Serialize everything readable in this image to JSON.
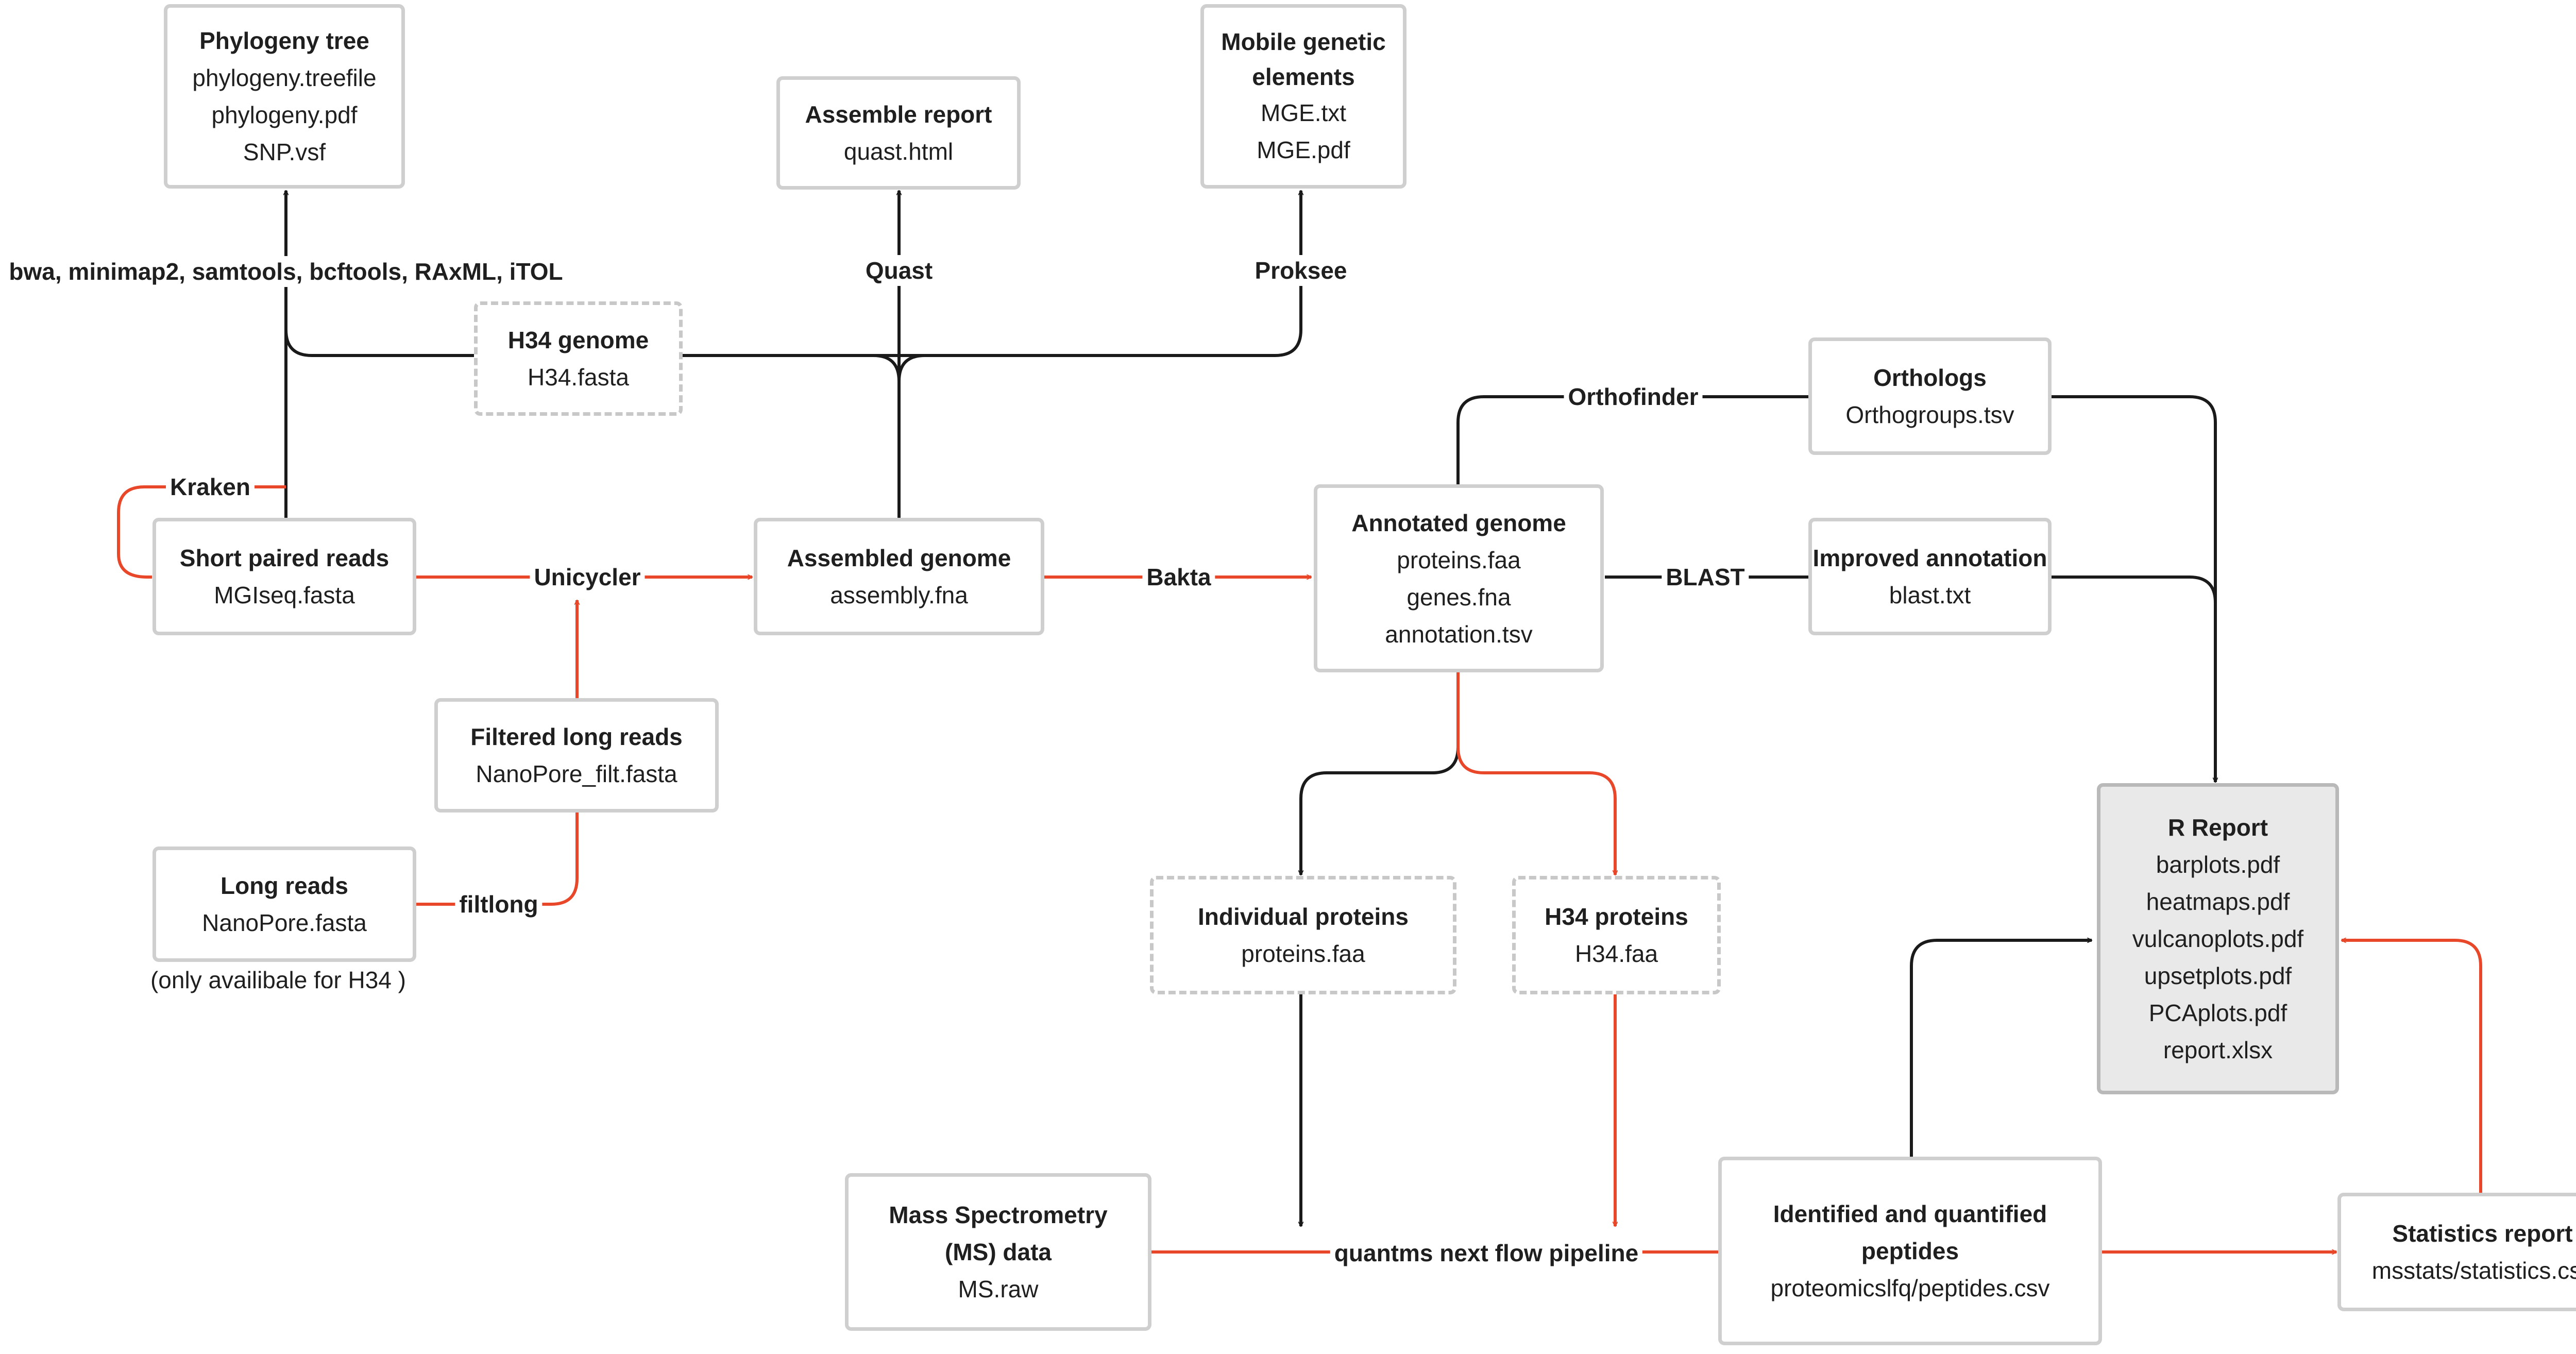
{
  "nodes": {
    "phylogeny_tree": {
      "title": "Phylogeny tree",
      "files": [
        "phylogeny.treefile",
        "phylogeny.pdf",
        "SNP.vsf"
      ]
    },
    "assemble_report": {
      "title": "Assemble report",
      "files": [
        "quast.html"
      ]
    },
    "mobile_elements": {
      "title": "Mobile genetic elements",
      "files": [
        "MGE.txt",
        "MGE.pdf"
      ]
    },
    "h34_genome": {
      "title": "H34 genome",
      "files": [
        "H34.fasta"
      ]
    },
    "short_reads": {
      "title": "Short paired reads",
      "files": [
        "MGIseq.fasta"
      ]
    },
    "assembled_genome": {
      "title": "Assembled genome",
      "files": [
        "assembly.fna"
      ]
    },
    "annotated_genome": {
      "title": "Annotated genome",
      "files": [
        "proteins.faa",
        "genes.fna",
        "annotation.tsv"
      ]
    },
    "orthologs": {
      "title": "Orthologs",
      "files": [
        "Orthogroups.tsv"
      ]
    },
    "improved_annotation": {
      "title": "Improved annotation",
      "files": [
        "blast.txt"
      ]
    },
    "filtered_long_reads": {
      "title": "Filtered long reads",
      "files": [
        "NanoPore_filt.fasta"
      ]
    },
    "long_reads": {
      "title": "Long reads",
      "files": [
        "NanoPore.fasta"
      ]
    },
    "individual_proteins": {
      "title": "Individual proteins",
      "files": [
        "proteins.faa"
      ]
    },
    "h34_proteins": {
      "title": "H34 proteins",
      "files": [
        "H34.faa"
      ]
    },
    "r_report": {
      "title": "R Report",
      "files": [
        "barplots.pdf",
        "heatmaps.pdf",
        "vulcanoplots.pdf",
        "upsetplots.pdf",
        "PCAplots.pdf",
        "report.xlsx"
      ]
    },
    "ms_data": {
      "title": "Mass Spectrometry (MS) data",
      "files": [
        "MS.raw"
      ]
    },
    "identified_peptides": {
      "title": "Identified and quantified peptides",
      "files": [
        "proteomicslfq/peptides.csv"
      ]
    },
    "statistics_report": {
      "title": "Statistics report",
      "files": [
        "msstats/statistics.csv"
      ]
    }
  },
  "tools": {
    "phylo_tools": "bwa, minimap2, samtools, bcftools, RAxML, iTOL",
    "quast": "Quast",
    "proksee": "Proksee",
    "kraken": "Kraken",
    "unicycler": "Unicycler",
    "bakta": "Bakta",
    "orthofinder": "Orthofinder",
    "blast": "BLAST",
    "filtlong": "filtlong",
    "quantms": "quantms next flow pipeline"
  },
  "notes": {
    "long_reads_note": "(only availibale for H34 )"
  },
  "colors": {
    "black_line": "#1a1a1a",
    "orange_line": "#e8472a",
    "box_border": "#cfcfcf",
    "report_fill": "#e9e9e9"
  }
}
